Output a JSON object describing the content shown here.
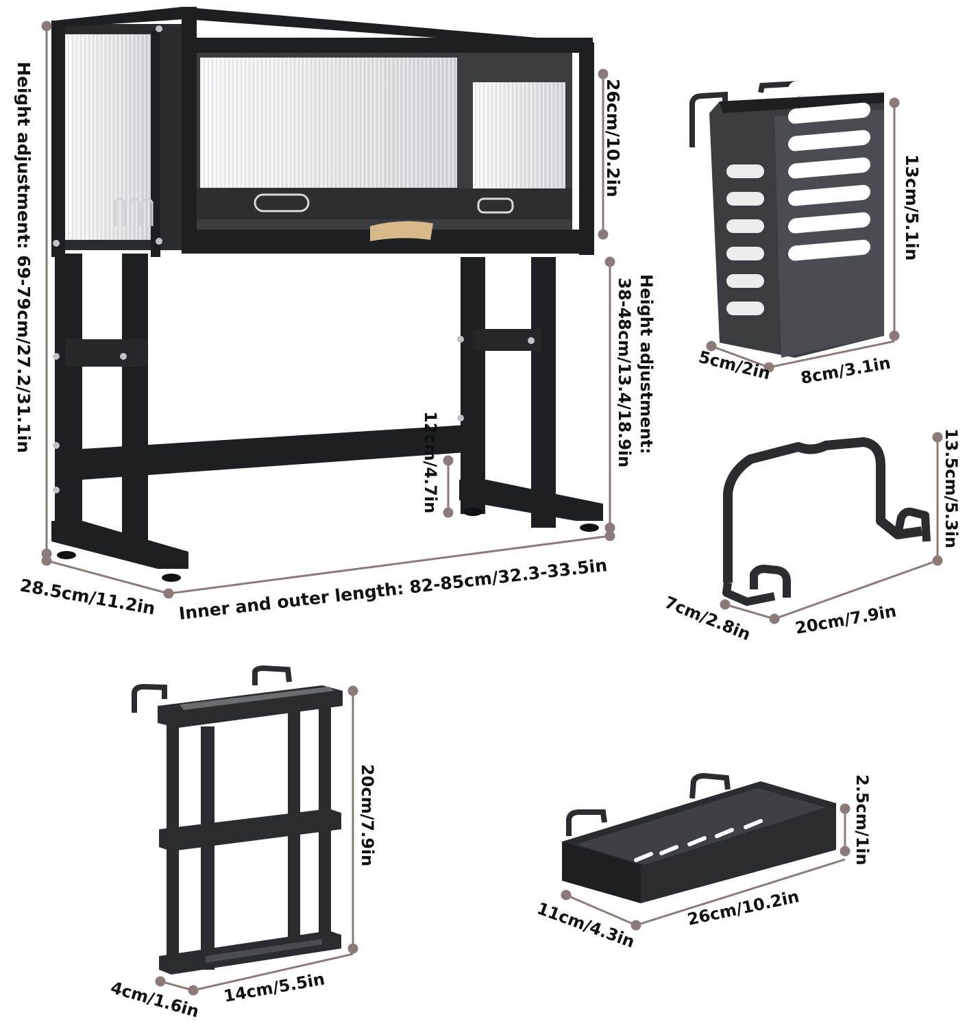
{
  "colors": {
    "background": "#ffffff",
    "frame": "#1e1f22",
    "frame_edge": "#3a3c40",
    "accessory": "#2b2c30",
    "panel": "#e9ebee",
    "dimension_line": "#8a7b78",
    "handle": "#d8b98a"
  },
  "rack": {
    "height_adjustment": "Height adjustment: 69-79cm/27.2/31.1in",
    "cabinet_height": "26cm/10.2in",
    "lower_height_adjustment": "Height adjustment:\n38-48cm/13.4/18.9in",
    "lower_height_line1": "Height adjustment:",
    "lower_height_line2": "38-48cm/13.4/18.9in",
    "foot_height": "12cm/4.7in",
    "depth": "28.5cm/11.2in",
    "length": "Inner and outer length: 82-85cm/32.3-33.5in"
  },
  "utensil_holder": {
    "icon": "utensil-holder-icon",
    "height": "13cm/5.1in",
    "depth": "5cm/2in",
    "width": "8cm/3.1in"
  },
  "lid_holder": {
    "icon": "lid-holder-icon",
    "height": "13.5cm/5.3in",
    "depth": "7cm/2.8in",
    "width": "20cm/7.9in"
  },
  "knife_rack": {
    "icon": "knife-rack-icon",
    "height": "20cm/7.9in",
    "depth": "4cm/1.6in",
    "width": "14cm/5.5in"
  },
  "soap_tray": {
    "icon": "soap-tray-icon",
    "height": "2.5cm/1in",
    "depth": "11cm/4.3in",
    "width": "26cm/10.2in"
  }
}
